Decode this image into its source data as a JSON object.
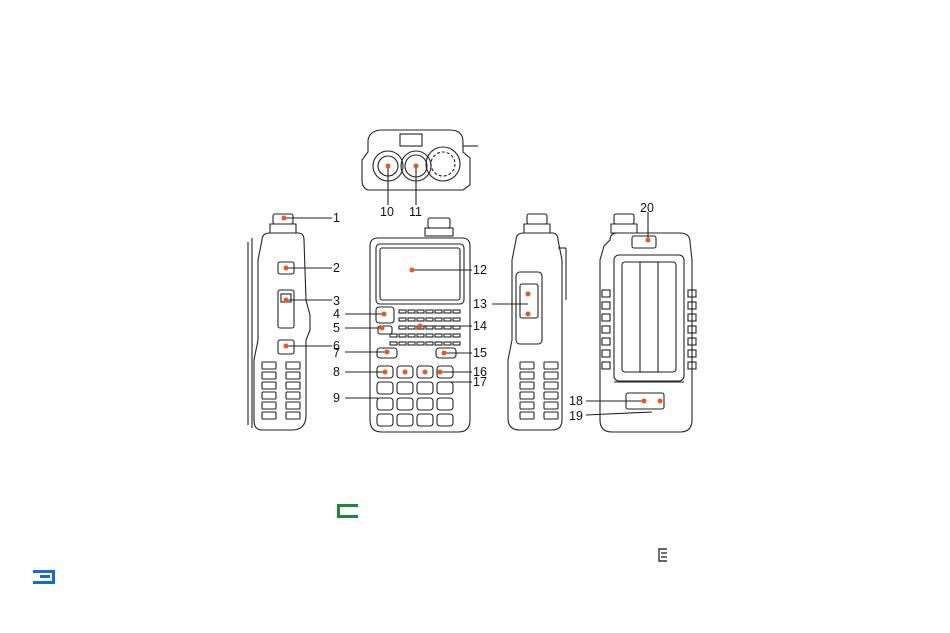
{
  "colors": {
    "line": "#222222",
    "dot": "#e8562a",
    "green_icon": "#1a8a3a",
    "blue_icon": "#1a6ad6",
    "gray_icon": "#333333"
  },
  "callouts": {
    "c1": "1",
    "c2": "2",
    "c3": "3",
    "c4": "4",
    "c5": "5",
    "c6": "6",
    "c7": "7",
    "c8": "8",
    "c9": "9",
    "c10": "10",
    "c11": "11",
    "c12": "12",
    "c13": "13",
    "c14": "14",
    "c15": "15",
    "c16": "16",
    "c17": "17",
    "c18": "18",
    "c19": "19",
    "c20": "20"
  },
  "icons": {
    "green": "document-mark-icon",
    "blue": "page-mark-icon",
    "gray": "menu-mark-icon"
  }
}
